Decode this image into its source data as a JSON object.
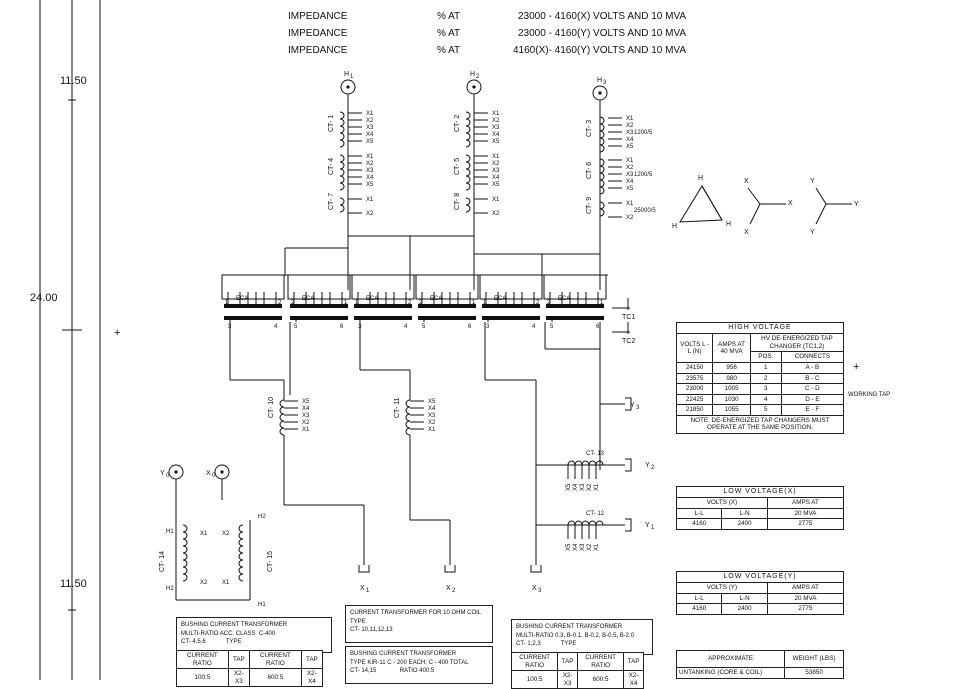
{
  "impedance": [
    {
      "label": "IMPEDANCE",
      "unit": "% AT",
      "spec": "23000 - 4160(X) VOLTS AND 10 MVA"
    },
    {
      "label": "IMPEDANCE",
      "unit": "% AT",
      "spec": "23000 - 4160(Y) VOLTS AND 10 MVA"
    },
    {
      "label": "IMPEDANCE",
      "unit": "% AT",
      "spec": "4160(X)- 4160(Y) VOLTS AND 10 MVA"
    }
  ],
  "dims": {
    "top": "11.50",
    "mid": "24.00",
    "bottom": "11.50"
  },
  "bushings": {
    "h1": "H",
    "h2": "H",
    "h3": "H",
    "h1s": "1",
    "h2s": "2",
    "h3s": "3",
    "y0": "Y",
    "x0": "X",
    "s0": "0"
  },
  "ct": {
    "ct1": "CT- 1",
    "ct2": "CT- 2",
    "ct3": "CT- 3",
    "ct4": "CT- 4",
    "ct5": "CT- 5",
    "ct6": "CT- 6",
    "ct7": "CT- 7",
    "ct8": "CT- 8",
    "ct9": "CT- 9",
    "ct10": "CT- 10",
    "ct11": "CT- 11",
    "ct12": "CT- 12",
    "ct13": "CT- 13",
    "ct14": "CT- 14",
    "ct15": "CT- 15",
    "r1200": "1200/5",
    "r25000": "25000/5"
  },
  "taps": {
    "x1": "X1",
    "x2": "X2",
    "x3": "X3",
    "x4": "X4",
    "x5": "X5",
    "h1": "H1",
    "h2": "H2"
  },
  "switch": {
    "letters": "E C A B D F",
    "tc1": "TC1",
    "tc2": "TC2"
  },
  "outputs": {
    "x1": "X",
    "x2": "X",
    "x3": "X",
    "y1": "Y",
    "y2": "Y",
    "y3": "Y",
    "n1": "1",
    "n2": "2",
    "n3": "3"
  },
  "vector": {
    "h1": "H",
    "h2": "H",
    "h3": "H",
    "x1": "X",
    "x2": "X",
    "x3": "X",
    "y1": "Y",
    "y2": "Y",
    "y3": "Y"
  },
  "plus": "+",
  "working_tap": "WORKING TAP",
  "hv": {
    "caption": "HIGH VOLTAGE",
    "h_volts": "VOLTS L - L (N)",
    "h_amps": "AMPS AT 40 MVA",
    "h_tapchanger": "HV DE-ENERGIZED TAP CHANGER (TC1,2)",
    "h_pos": "POS.",
    "h_connects": "CONNECTS",
    "rows": [
      [
        "24150",
        "956",
        "1",
        "A - B"
      ],
      [
        "23575",
        "980",
        "2",
        "B - C"
      ],
      [
        "23000",
        "1005",
        "3",
        "C - D"
      ],
      [
        "22425",
        "1030",
        "4",
        "D - E"
      ],
      [
        "21850",
        "1055",
        "5",
        "E - F"
      ]
    ],
    "note": "NOTE: DE-ENERGIZED TAP CHANGERS MUST OPERATE AT THE SAME POSITION."
  },
  "lvx": {
    "caption": "LOW VOLTAGE(X)",
    "volts": "VOLTS (X)",
    "amps": "AMPS AT",
    "ll": "L-L",
    "ln": "L-N",
    "mva": "20 MVA",
    "row": [
      "4160",
      "2400",
      "2775"
    ]
  },
  "lvy": {
    "caption": "LOW VOLTAGE(Y)",
    "volts": "VOLTS (Y)",
    "amps": "AMPS AT",
    "ll": "L-L",
    "ln": "L-N",
    "mva": "20 MVA",
    "row": [
      "4160",
      "2400",
      "2775"
    ]
  },
  "box1": {
    "l1": "BUSHING CURRENT TRANSFORMER",
    "l2": "MULTI-RATIO ACC. CLASS",
    "l2b": "C-400",
    "l3": "CT- 4,5,6",
    "l3b": "TYPE",
    "h": [
      "CURRENT RATIO",
      "TAP",
      "CURRENT RATIO",
      "TAP"
    ],
    "row": [
      "100:5",
      "X2-X3",
      "600:5",
      "X2-X4"
    ]
  },
  "box2": {
    "l1": "CURRENT TRANSFORMER FOR 10 OHM COIL",
    "l2": "TYPE",
    "l3": "CT- 10,11,12,13"
  },
  "box3": {
    "l1": "BUSHING CURRENT TRANSFORMER",
    "l2": "TYPE KIR-11   C - 200 EACH; C - 400 TOTAL",
    "l3": "CT- 14,15",
    "l3b": "RATIO 400:5"
  },
  "box4": {
    "l1": "BUSHING CURRENT TRANSFORMER",
    "l2": "MULTI-RATIO   0.3, B-0.1, B-0.2, B-0.5, B-2.0",
    "l3": "CT- 1,2,3",
    "l3b": "TYPE",
    "h": [
      "CURRENT RATIO",
      "TAP",
      "CURRENT RATIO",
      "TAP"
    ],
    "row": [
      "100:5",
      "X2-X3",
      "600:5",
      "X2-X4"
    ]
  },
  "weight": {
    "h1": "APPROXIMATE",
    "h2": "WEIGHT (LBS)",
    "row": [
      "UNTANKING (CORE & COIL)",
      "53850"
    ]
  }
}
